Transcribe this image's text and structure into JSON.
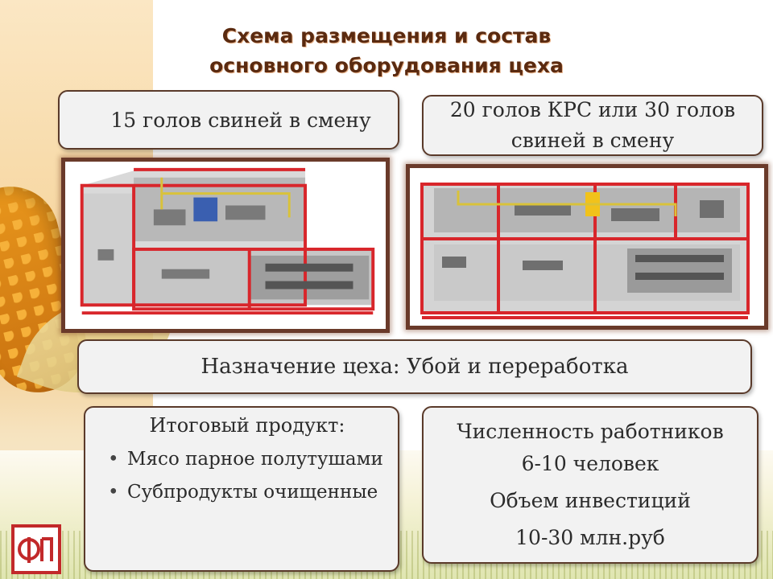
{
  "title": "Схема размещения и состав основного оборудования цеха",
  "capacity_small": "15 голов свиней в смену",
  "capacity_large_line1": "20 голов КРС или 30 голов",
  "capacity_large_line2": "свиней в смену",
  "purpose": "Назначение цеха: Убой и переработка",
  "product": {
    "heading": "Итоговый продукт:",
    "items": [
      "Мясо парное полутушами",
      "Субпродукты очищенные"
    ]
  },
  "stats": {
    "workers_label": "Численность работников",
    "workers_value": "6-10 человек",
    "investment_label": "Объем инвестиций",
    "investment_value": "10-30 млн.руб"
  },
  "colors": {
    "title": "#5a2a10",
    "frame": "#6a3a2a",
    "plan_wall": "#d8262b"
  },
  "icons": [
    "bullet",
    "floor-plan",
    "company-logo"
  ]
}
